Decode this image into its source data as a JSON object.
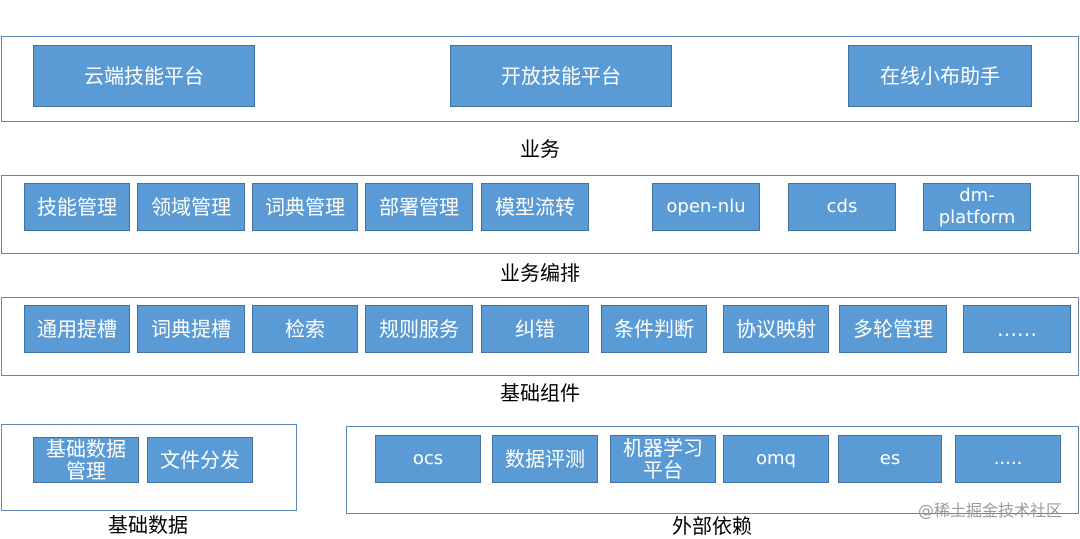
{
  "layers": {
    "business": {
      "label": "业务",
      "items": [
        "云端技能平台",
        "开放技能平台",
        "在线小布助手"
      ]
    },
    "orchestration": {
      "label": "业务编排",
      "items": [
        "技能管理",
        "领域管理",
        "词典管理",
        "部署管理",
        "模型流转",
        "open-nlu",
        "cds",
        "dm-\nplatform"
      ]
    },
    "components": {
      "label": "基础组件",
      "items": [
        "通用提槽",
        "词典提槽",
        "检索",
        "规则服务",
        "纠错",
        "条件判断",
        "协议映射",
        "多轮管理",
        "……"
      ]
    },
    "base_data": {
      "label": "基础数据",
      "items": [
        "基础数据\n管理",
        "文件分发"
      ]
    },
    "external": {
      "label": "外部依赖",
      "items": [
        "ocs",
        "数据评测",
        "机器学习\n平台",
        "omq",
        "es",
        "....."
      ]
    }
  },
  "watermark": "@稀土掘金技术社区",
  "colors": {
    "box_fill": "#5b9bd5",
    "box_border": "#41719c",
    "frame_border": "#5b86b8",
    "text": "#ffffff"
  }
}
